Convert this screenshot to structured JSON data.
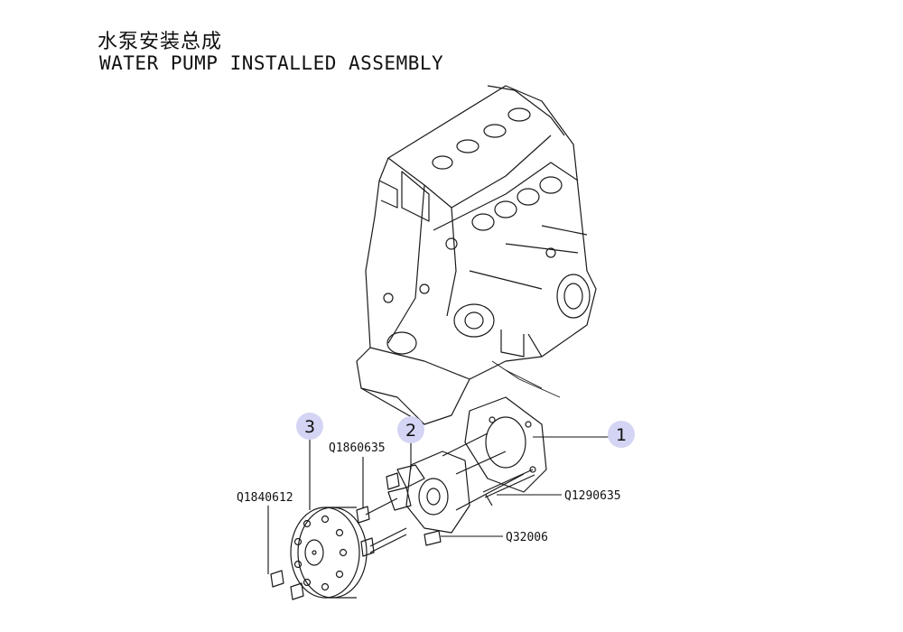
{
  "title": {
    "chinese": "水泵安装总成",
    "english": "WATER PUMP INSTALLED ASSEMBLY"
  },
  "callouts": [
    {
      "number": "1",
      "color": "#d4d4f4"
    },
    {
      "number": "2",
      "color": "#d4d4f4"
    },
    {
      "number": "3",
      "color": "#d4d4f4"
    }
  ],
  "part_labels": {
    "bolt_pump": "Q1290635",
    "nut_pump": "Q32006",
    "bolt_pulley_top": "Q1860635",
    "bolt_pulley": "Q1840612"
  }
}
